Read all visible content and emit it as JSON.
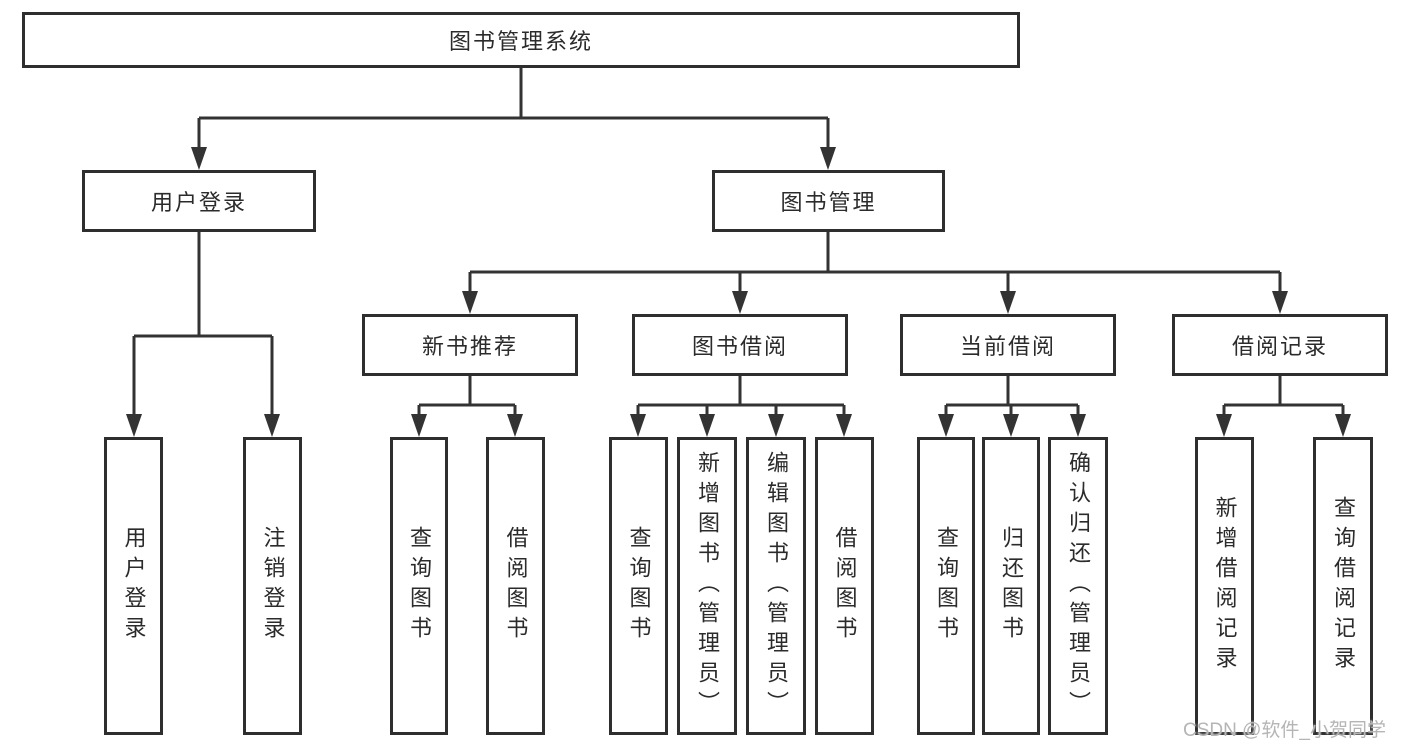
{
  "diagram": {
    "title": "图书管理系统",
    "colors": {
      "line": "#333333",
      "border": "#2e2e2e",
      "text": "#2b2b2b",
      "watermark": "#b5b5b5",
      "background": "#ffffff"
    },
    "nodes": {
      "root": {
        "label": "图书管理系统"
      },
      "login": {
        "label": "用户登录"
      },
      "mgmt": {
        "label": "图书管理"
      },
      "rec": {
        "label": "新书推荐"
      },
      "borrow": {
        "label": "图书借阅"
      },
      "current": {
        "label": "当前借阅"
      },
      "records": {
        "label": "借阅记录"
      },
      "login_user": {
        "label": "用户登录"
      },
      "login_logout": {
        "label": "注销登录"
      },
      "rec_query": {
        "label": "查询图书"
      },
      "rec_borrow": {
        "label": "借阅图书"
      },
      "borrow_query": {
        "label": "查询图书"
      },
      "borrow_add": {
        "label": "新增图书（管理员）"
      },
      "borrow_edit": {
        "label": "编辑图书（管理员）"
      },
      "borrow_borrow": {
        "label": "借阅图书"
      },
      "current_query": {
        "label": "查询图书"
      },
      "current_return": {
        "label": "归还图书"
      },
      "current_confirm": {
        "label": "确认归还（管理员）"
      },
      "records_add": {
        "label": "新增借阅记录"
      },
      "records_query": {
        "label": "查询借阅记录"
      }
    },
    "edges": [
      {
        "from": "root",
        "to": [
          "login",
          "mgmt"
        ]
      },
      {
        "from": "login",
        "to": [
          "login_user",
          "login_logout"
        ]
      },
      {
        "from": "mgmt",
        "to": [
          "rec",
          "borrow",
          "current",
          "records"
        ]
      },
      {
        "from": "rec",
        "to": [
          "rec_query",
          "rec_borrow"
        ]
      },
      {
        "from": "borrow",
        "to": [
          "borrow_query",
          "borrow_add",
          "borrow_edit",
          "borrow_borrow"
        ]
      },
      {
        "from": "current",
        "to": [
          "current_query",
          "current_return",
          "current_confirm"
        ]
      },
      {
        "from": "records",
        "to": [
          "records_add",
          "records_query"
        ]
      }
    ],
    "watermark": "CSDN @软件_小贺同学"
  }
}
